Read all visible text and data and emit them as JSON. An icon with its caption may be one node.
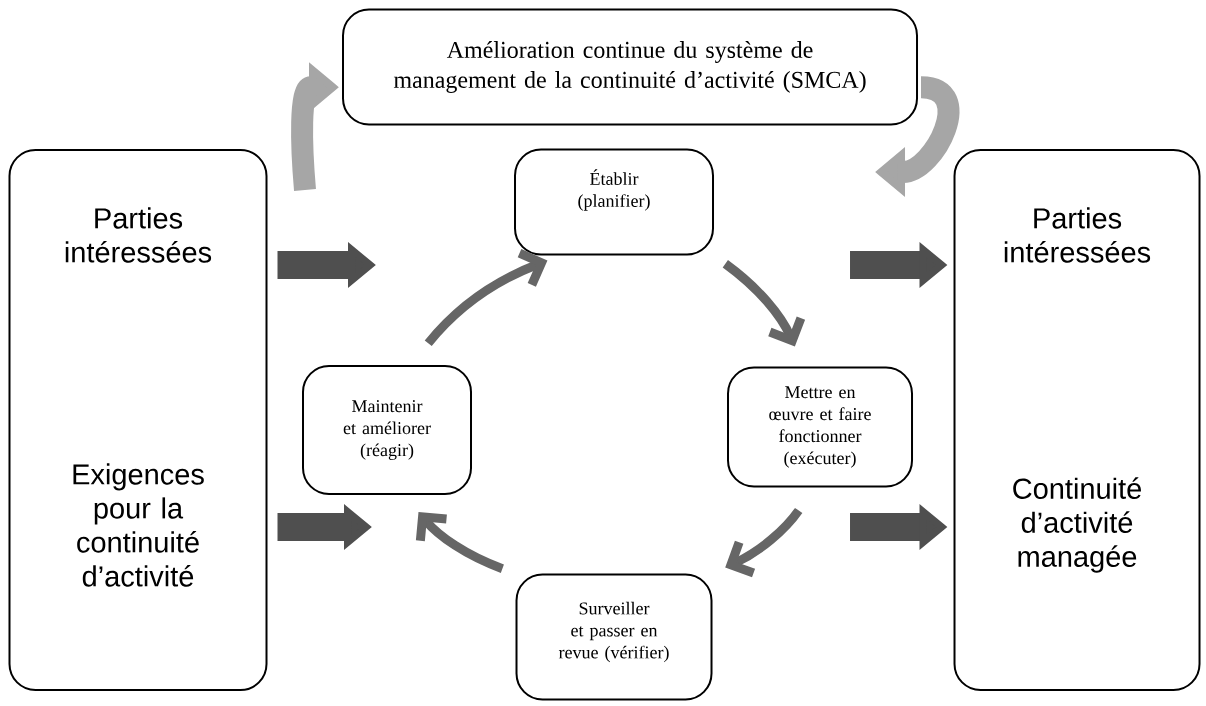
{
  "diagram": {
    "nodes": [
      {
        "text": [
          "Amélioration continue du système de management de la continuité d’activité (SMCA)"
        ]
      },
      {
        "text": [
          "Parties intéressées",
          "Exigences pour la continuité d’activité"
        ]
      },
      {
        "text": [
          "Parties intéressées",
          "Continuité d’activité managée"
        ]
      },
      {
        "text": [
          "Établir (planifier)"
        ]
      },
      {
        "text": [
          "Mettre en œuvre et faire fonctionner (exécuter)"
        ]
      },
      {
        "text": [
          "Surveiller et passer en revue (vérifier)"
        ]
      },
      {
        "text": [
          "Maintenir et améliorer (réagir)"
        ]
      }
    ],
    "edges": [
      {
        "from": 6,
        "to": 3,
        "arrow": "to"
      },
      {
        "from": 3,
        "to": 4,
        "arrow": "to"
      },
      {
        "from": 4,
        "to": 5,
        "arrow": "to"
      },
      {
        "from": 5,
        "to": 6,
        "arrow": "to"
      },
      {
        "from": null,
        "to": 0,
        "arrow": "to",
        "color": "#a6a6a6"
      },
      {
        "from": 0,
        "to": null,
        "arrow": "to",
        "color": "#a6a6a6"
      },
      {
        "from": 1,
        "to": null,
        "arrow": "to",
        "color": "#4f4f4f"
      },
      {
        "from": 1,
        "to": null,
        "arrow": "to",
        "color": "#4f4f4f"
      },
      {
        "from": null,
        "to": 2,
        "arrow": "to",
        "color": "#4f4f4f"
      },
      {
        "from": null,
        "to": 2,
        "arrow": "to",
        "color": "#4f4f4f"
      }
    ]
  }
}
